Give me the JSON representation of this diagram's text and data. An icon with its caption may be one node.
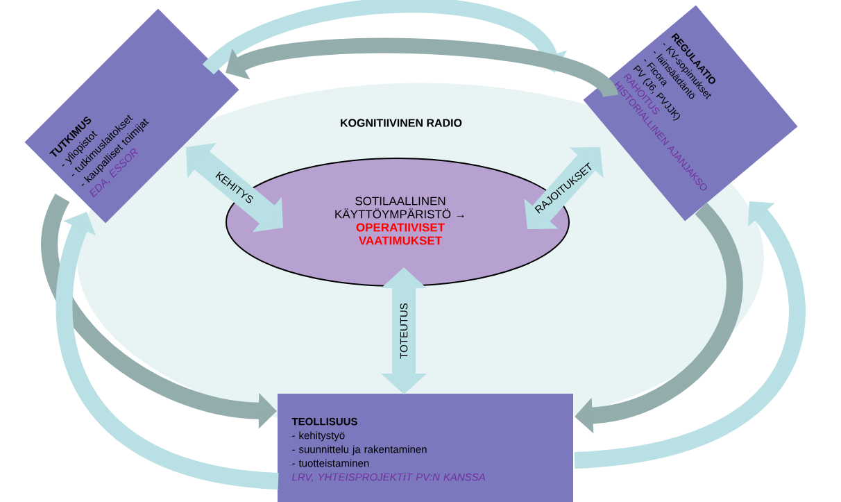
{
  "diagram": {
    "nodes": [
      {
        "text": [
          "KOGNITIIVINEN RADIO"
        ]
      },
      {
        "text": [
          "SOTILAALLINEN KÄYTTÖYMPÄRISTÖ →",
          "OPERATIIVISET VAATIMUKSET"
        ],
        "in": 0
      },
      {
        "text": [
          "TUTKIMUS",
          "- yliopistot",
          "- tutkimuslaitokset",
          "- kaupalliset toimijat",
          "EDA, ESSOR"
        ]
      },
      {
        "text": [
          "REGULAATIO",
          "- KV-sopimukset",
          "- lainsäädäntö",
          "- Ficora",
          "PV (J6, PVJJK)",
          "RAHOITUS",
          "HISTORIALLINEN AJANJAKSO"
        ]
      },
      {
        "text": [
          "TEOLLISUUS",
          "- kehitystyö",
          "- suunnittelu ja rakentaminen",
          "- tuotteistaminen",
          "LRV, YHTEISPROJEKTIT PV:N KANSSA"
        ]
      }
    ],
    "edges": [
      {
        "from": 2,
        "to": 1,
        "arrow": "both",
        "label": "KEHITYS"
      },
      {
        "from": 3,
        "to": 1,
        "arrow": "both",
        "label": "RAJOITUKSET"
      },
      {
        "from": 1,
        "to": 4,
        "arrow": "both",
        "label": "TOTEUTUS"
      },
      {
        "from": 2,
        "to": 3,
        "arrow": "to"
      },
      {
        "from": 3,
        "to": 2,
        "arrow": "to",
        "color": "#93adad"
      },
      {
        "from": 2,
        "to": 4,
        "arrow": "to",
        "color": "#93adad"
      },
      {
        "from": 4,
        "to": 2,
        "arrow": "to"
      },
      {
        "from": 3,
        "to": 4,
        "arrow": "to",
        "color": "#93adad"
      },
      {
        "from": 4,
        "to": 3,
        "arrow": "to"
      }
    ]
  }
}
